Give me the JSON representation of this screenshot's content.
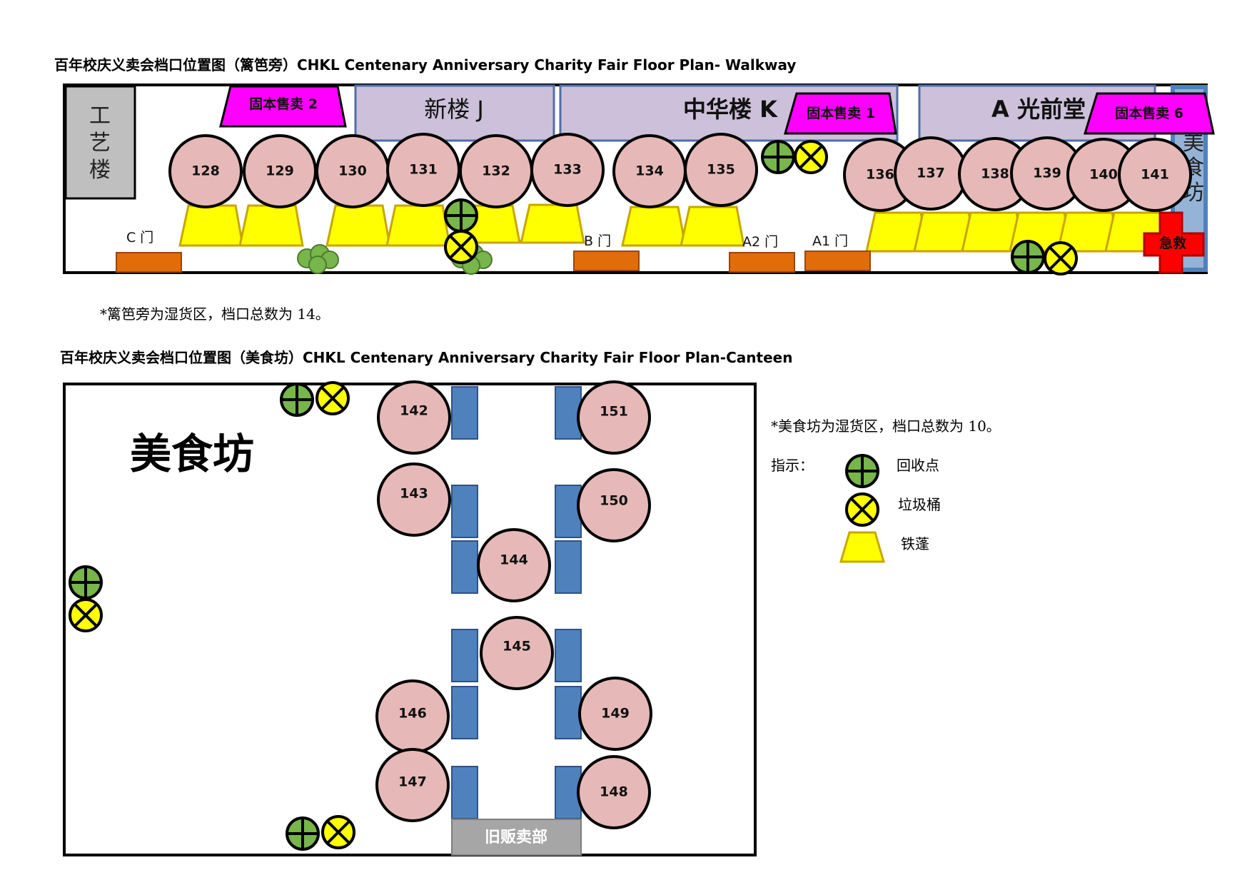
{
  "walkway": {
    "title": "百年校庆义卖会档口位置图（篱笆旁）CHKL Centenary Anniversary Charity Fair Floor Plan- Walkway",
    "note": "*篱笆旁为湿货区，档口总数为 14。",
    "buildings": {
      "gongyi": [
        "工",
        "艺",
        "楼"
      ],
      "xinlou": "新楼 J",
      "zhonghua": "中华楼 K",
      "guangqian": "A 光前堂",
      "meishi_vertical": [
        "美",
        "食",
        "坊"
      ]
    },
    "fixed_sales": [
      "固本售卖 2",
      "固本售卖 1",
      "固本售卖 6"
    ],
    "doors": [
      "C 门",
      "B 门",
      "A2 门",
      "A1 门"
    ],
    "first_aid": "急救",
    "stalls": [
      "128",
      "129",
      "130",
      "131",
      "132",
      "133",
      "134",
      "135",
      "136",
      "137",
      "138",
      "139",
      "140",
      "141"
    ]
  },
  "canteen": {
    "title": "百年校庆义卖会档口位置图（美食坊）CHKL Centenary Anniversary Charity Fair Floor Plan-Canteen",
    "area_label": "美食坊",
    "note": "*美食坊为湿货区，档口总数为 10。",
    "old_shop": "旧贩卖部",
    "stalls": [
      "142",
      "143",
      "144",
      "145",
      "146",
      "147",
      "148",
      "149",
      "150",
      "151"
    ]
  },
  "legend": {
    "heading": "指示：",
    "items": [
      {
        "icon": "recycle-point-icon",
        "label": "回收点"
      },
      {
        "icon": "trash-bin-icon",
        "label": "垃圾桶"
      },
      {
        "icon": "tent-icon",
        "label": "铁蓬"
      }
    ]
  },
  "colors": {
    "stall": "#e6b9b8",
    "tent": "#ffff00",
    "building": "#ccc0da",
    "fixed_sale": "#ff00ff",
    "door": "#e26b0a",
    "table": "#4f81bd",
    "recycle": "#77b64a",
    "first_aid": "#ff0000"
  }
}
